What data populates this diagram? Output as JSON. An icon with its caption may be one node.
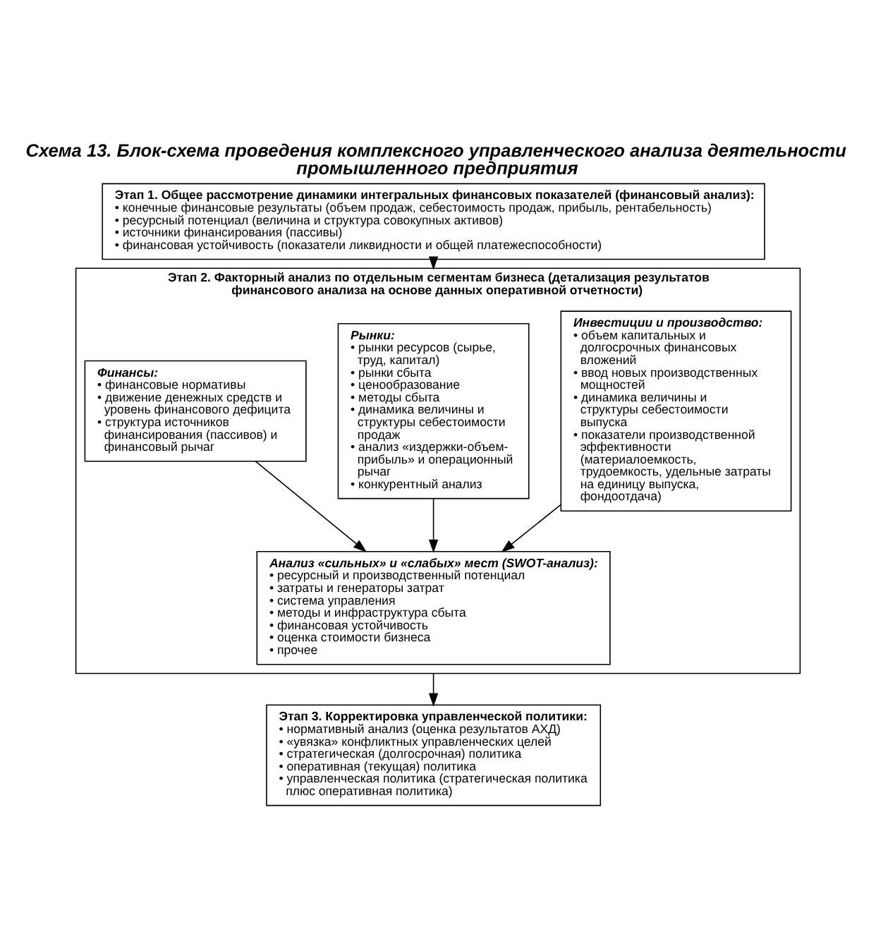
{
  "diagram": {
    "title": "Схема 13. Блок-схема проведения комплексного управленческого анализа деятельности промышленного предприятия",
    "nodes": [
      {
        "text": [
          "Этап 1. Общее рассмотрение динамики интегральных финансовых показателей (финансовый анализ):",
          "• конечные финансовые результаты (объем продаж, себестоимость продаж, прибыль, рентабельность)",
          "• ресурсный потенциал (величина и структура совокупных активов)",
          "• источники финансирования (пассивы)",
          "• финансовая устойчивость (показатели ликвидности и общей платежеспособности)"
        ]
      },
      {
        "text": [
          "Этап 2. Факторный анализ по отдельным сегментам бизнеса (детализация результатов финансового анализа на основе данных оперативной отчетности)"
        ]
      },
      {
        "text": [
          "Инвестиции и производство:",
          "• объем капитальных и долгосрочных финансовых вложений",
          "• ввод новых производственных мощностей",
          "• динамика величины и структуры себестоимости выпуска",
          "• показатели производственной эффективности (материалоемкость, трудоемкость, удельные затраты на единицу выпуска, фондоотдача)"
        ],
        "in": 1
      },
      {
        "text": [
          "Рынки:",
          "• рынки ресурсов (сырье, труд, капитал)",
          "• рынки сбыта",
          "• ценообразование",
          "• методы сбыта",
          "• динамика величины и структуры себестоимости продаж",
          "• анализ «издержки-объем-прибыль» и операционный рычаг",
          "• конкурентный анализ"
        ],
        "in": 1
      },
      {
        "text": [
          "Финансы:",
          "• финансовые нормативы",
          "• движение денежных средств и уровень финансового дефицита",
          "• структура источников финансирования (пассивов) и финансовый рычаг"
        ],
        "in": 1
      },
      {
        "text": [
          "Анализ «сильных» и «слабых» мест (SWOT-анализ):",
          "• ресурсный и производственный потенциал",
          "• затраты и генераторы затрат",
          "• система управления",
          "• методы и инфраструктура сбыта",
          "• финансовая устойчивость",
          "• оценка стоимости бизнеса",
          "• прочее"
        ],
        "in": 1
      },
      {
        "text": [
          "Этап 3. Корректировка управленческой политики:",
          "• нормативный анализ (оценка результатов АХД)",
          "• «увязка» конфликтных управленческих целей",
          "• стратегическая (долгосрочная) политика",
          "• оперативная (текущая) политика",
          "• управленческая политика (стратегическая политика плюс оперативная политика)"
        ]
      }
    ],
    "edges": [
      {
        "from": 0,
        "to": 1,
        "arrow": "to"
      },
      {
        "from": 2,
        "to": 5,
        "arrow": "to"
      },
      {
        "from": 3,
        "to": 5,
        "arrow": "to"
      },
      {
        "from": 4,
        "to": 5,
        "arrow": "to"
      },
      {
        "from": 1,
        "to": 6,
        "arrow": "to"
      }
    ]
  }
}
